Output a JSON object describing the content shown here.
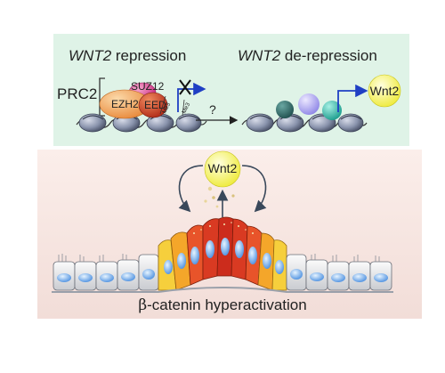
{
  "top_panel": {
    "title_left_gene": "WNT2",
    "title_left_rest": " repression",
    "title_right_gene": "WNT2",
    "title_right_rest": " de-repression",
    "complex_label": "PRC2",
    "proteins": {
      "ezh2": "EZH2",
      "suz12": "SUZ12",
      "eed": "EED"
    },
    "mark_label": "Me3",
    "question_mark": "?",
    "product_label": "Wnt2"
  },
  "bottom_panel": {
    "ligand_label": "Wnt2",
    "caption_symbol": "β",
    "caption_rest": "-catenin hyperactivation"
  },
  "colors": {
    "top_bg": "#dff3e7",
    "bottom_bg": "#f6e6e2",
    "ezh2": "#f2a35a",
    "suz12": "#d83a8e",
    "eed": "#c8442c",
    "arrow_blue": "#1f3fc4",
    "wnt2_ball": "#f4f24a"
  }
}
